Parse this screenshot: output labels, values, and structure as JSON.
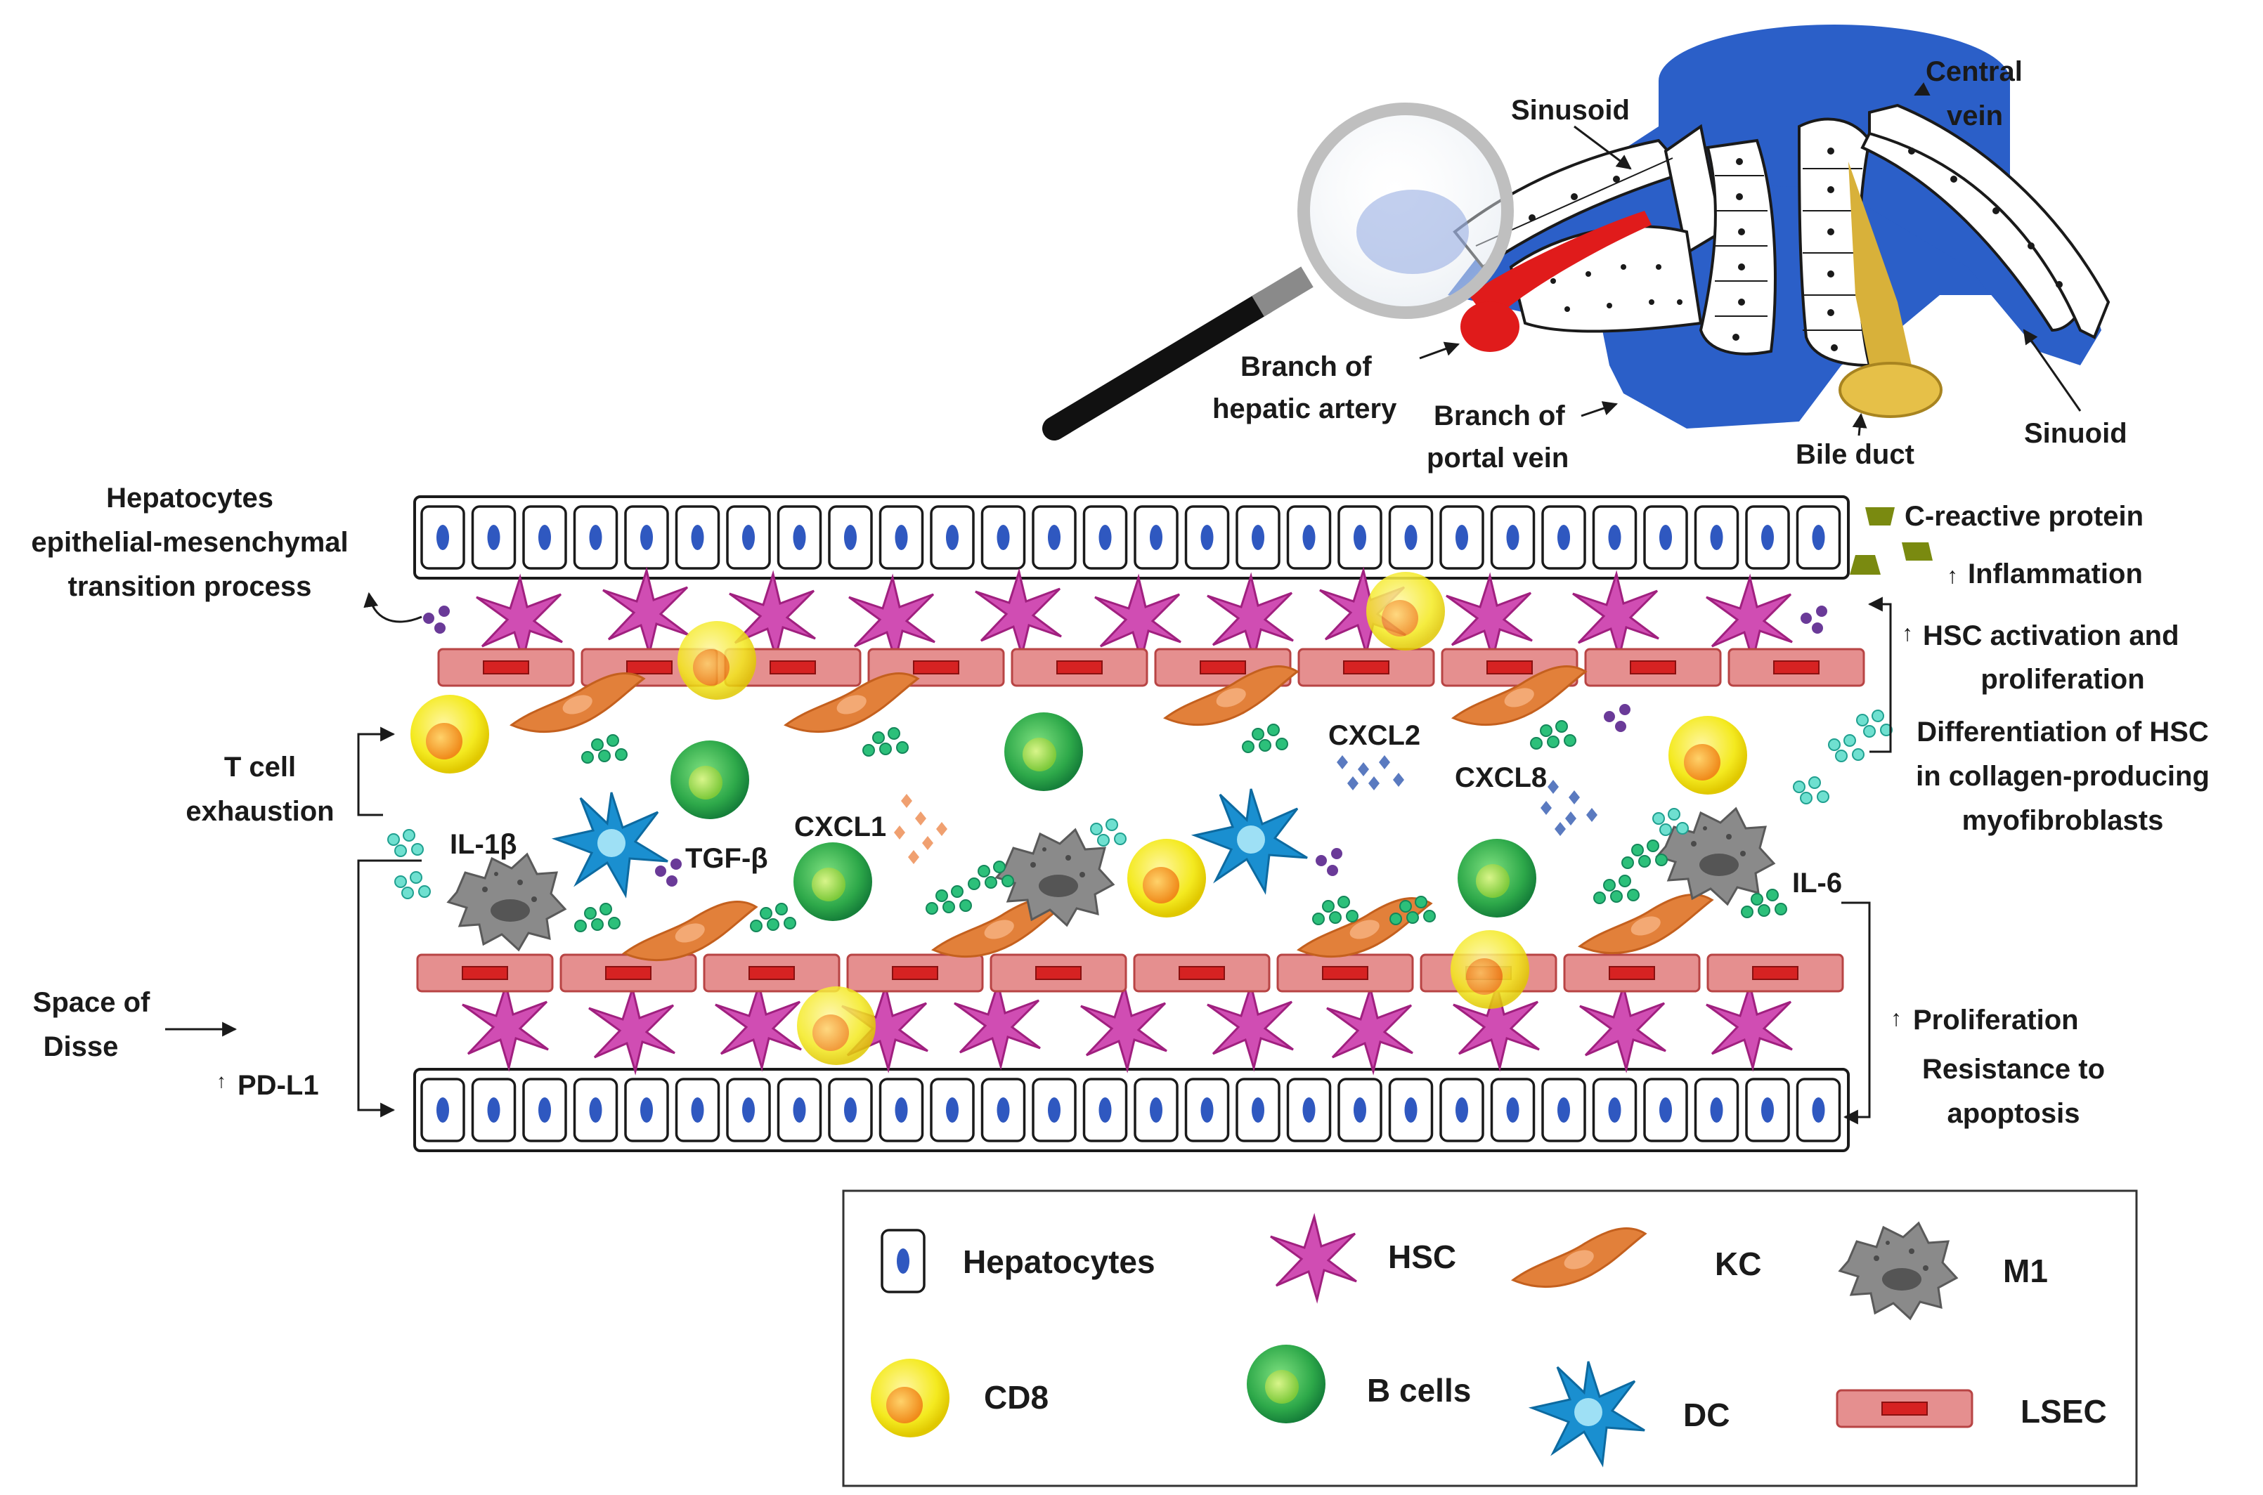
{
  "anatomy": {
    "central_vein": [
      "Central",
      "vein"
    ],
    "sinusoid_top": "Sinusoid",
    "sinusoid_right": "Sinuoid",
    "hepatic_artery": [
      "Branch of",
      "hepatic artery"
    ],
    "portal_vein": [
      "Branch of",
      "portal vein"
    ],
    "bile_duct": "Bile duct"
  },
  "left_notes": {
    "emt": [
      "Hepatocytes",
      "epithelial-mesenchymal",
      "transition process"
    ],
    "t_cell": [
      "T cell",
      "exhaustion"
    ],
    "disse": [
      "Space of",
      "Disse"
    ],
    "pdl1": "PD-L1"
  },
  "right_notes": {
    "crp": "C-reactive protein",
    "inflammation": "Inflammation",
    "hsc_activation": [
      "HSC activation and",
      "proliferation"
    ],
    "differentiation": [
      "Differentiation of HSC",
      "in collagen-producing",
      "myofibroblasts"
    ],
    "proliferation": "Proliferation",
    "resistance": [
      "Resistance to",
      "apoptosis"
    ]
  },
  "cytokines": {
    "il1b": "IL-1β",
    "tgfb": "TGF-β",
    "cxcl1": "CXCL1",
    "cxcl2": "CXCL2",
    "cxcl8": "CXCL8",
    "il6": "IL-6"
  },
  "legend": {
    "hepatocytes": "Hepatocytes",
    "hsc": "HSC",
    "kc": "KC",
    "m1": "M1",
    "cd8": "CD8",
    "b_cells": "B cells",
    "dc": "DC",
    "lsec": "LSEC"
  },
  "colors": {
    "vein_blue": "#2b5fc8",
    "artery_red": "#e01b1b",
    "bile_gold": "#d8b13a",
    "hsc_magenta": "#c93aa9",
    "kc_orange": "#e2803a",
    "lsec_red": "#e58f8f",
    "cd8_yellow": "#f2ea24",
    "bcell_green": "#2ea94a",
    "dc_blue": "#1a8fd0",
    "m1_gray": "#8a8a8a",
    "crp_olive": "#7a8a10"
  }
}
